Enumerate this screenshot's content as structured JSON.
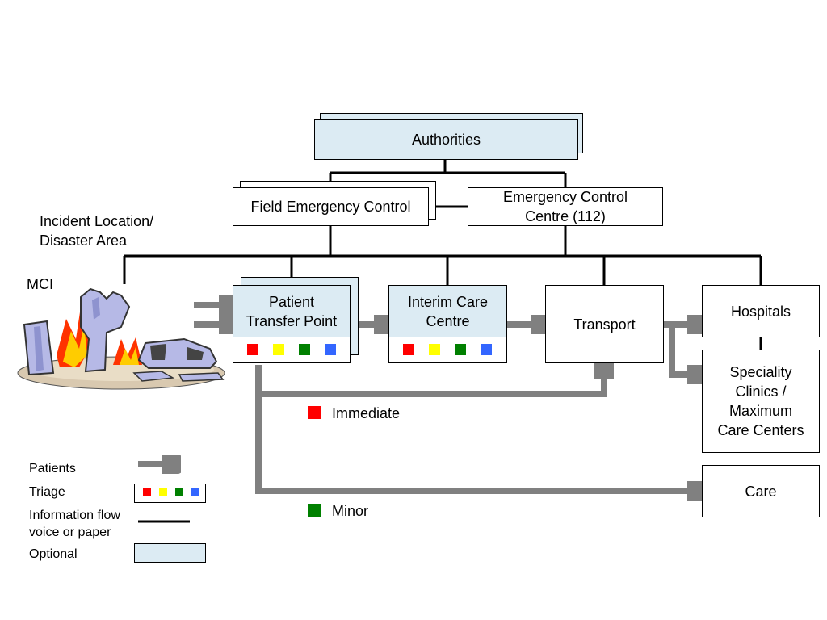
{
  "nodes": {
    "authorities": "Authorities",
    "field_emergency_control": "Field Emergency Control",
    "emergency_control_centre": [
      "Emergency Control",
      "Centre (112)"
    ],
    "patient_transfer_point": [
      "Patient",
      "Transfer Point"
    ],
    "interim_care_centre": [
      "Interim Care",
      "Centre"
    ],
    "transport": "Transport",
    "hospitals": "Hospitals",
    "speciality_clinics": [
      "Speciality",
      "Clinics /",
      "Maximum",
      "Care Centers"
    ],
    "care": "Care"
  },
  "labels": {
    "incident_location": [
      "Incident Location/",
      "Disaster Area"
    ],
    "mci": "MCI",
    "immediate": "Immediate",
    "minor": "Minor"
  },
  "triage_colors": {
    "red": "#ff0000",
    "yellow": "#ffff00",
    "green": "#008000",
    "blue": "#3366ff"
  },
  "colors": {
    "optional_fill": "#dcebf3",
    "arrow": "#808080"
  },
  "legend": {
    "patients": "Patients",
    "triage": "Triage",
    "information_flow": [
      "Information flow",
      "voice or paper"
    ],
    "optional": "Optional"
  }
}
